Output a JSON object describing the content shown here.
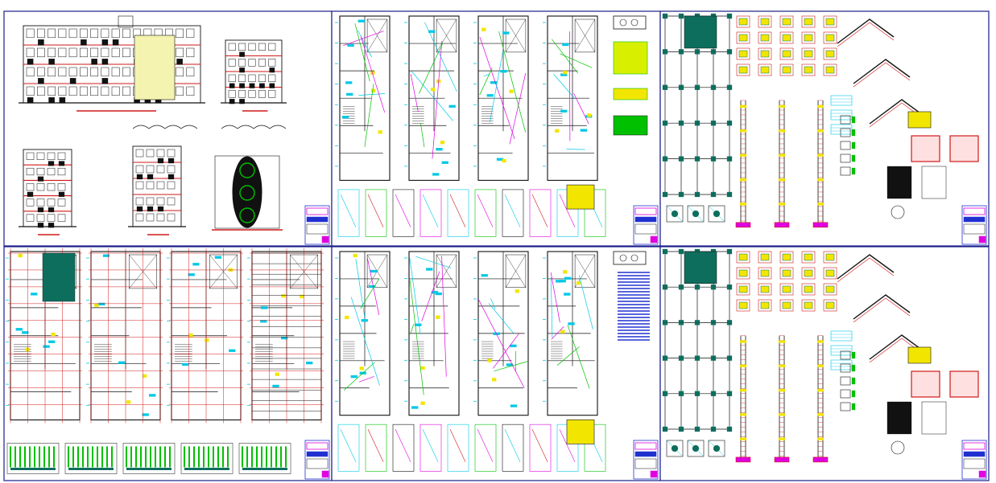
{
  "drawing": {
    "sheet_count": 6,
    "colors": {
      "frame": "#1b1f8a",
      "cyan": "#00c8e6",
      "yellow": "#f2e600",
      "green": "#00c000",
      "red": "#d01818",
      "magenta": "#e000e0",
      "dark": "#111111",
      "teal": "#0e6e5e",
      "blue": "#2030d0",
      "orange": "#e08a00"
    }
  },
  "sheets": [
    {
      "id": "elevations-sections",
      "kind": "elevations"
    },
    {
      "id": "architectural-plans",
      "kind": "floorplans"
    },
    {
      "id": "structural-details",
      "kind": "structural"
    },
    {
      "id": "floor-plans-furnished",
      "kind": "gridplans"
    },
    {
      "id": "installations-plans",
      "kind": "installations"
    },
    {
      "id": "structural-details-2",
      "kind": "structural"
    }
  ]
}
